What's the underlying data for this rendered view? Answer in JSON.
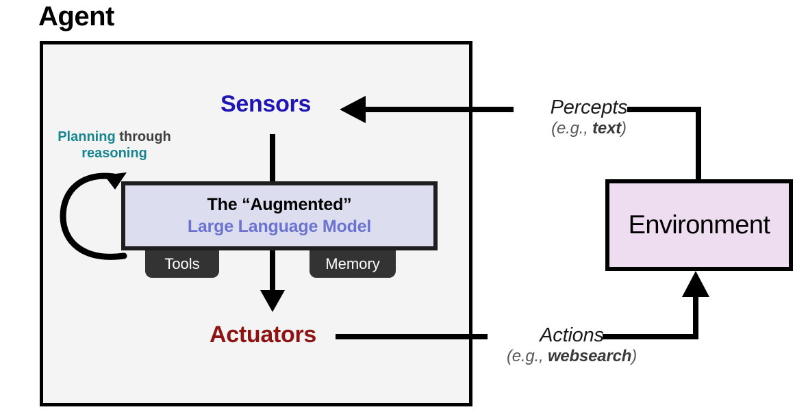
{
  "diagram": {
    "title": "Agent",
    "type": "agent-environment-loop",
    "agent": {
      "title": "Agent",
      "sensors_label": "Sensors",
      "actuators_label": "Actuators",
      "core": {
        "line1": "The “Augmented”",
        "line2": "Large Language Model"
      },
      "attachments": [
        {
          "label": "Tools"
        },
        {
          "label": "Memory"
        }
      ],
      "self_loop": {
        "line1_strong": "Planning",
        "line1_rest": " through",
        "line2": "reasoning"
      }
    },
    "environment": {
      "label": "Environment"
    },
    "flows": {
      "percepts": {
        "main": "Percepts",
        "sub_prefix": "(e.g., ",
        "sub_strong": "text",
        "sub_suffix": ")",
        "direction": "environment-to-sensors"
      },
      "actions": {
        "main": "Actions",
        "sub_prefix": "(e.g., ",
        "sub_strong": "websearch",
        "sub_suffix": ")",
        "direction": "actuators-to-environment"
      }
    },
    "colors": {
      "sensors": "#1f14b4",
      "actuators": "#8e1414",
      "llm_text": "#6b72cf",
      "llm_fill": "#dcdef0",
      "planning_accent": "#19858f",
      "agent_fill": "#f4f4f4",
      "environment_fill": "#eedcf0",
      "chip_fill": "#333333",
      "stroke": "#000000"
    }
  }
}
